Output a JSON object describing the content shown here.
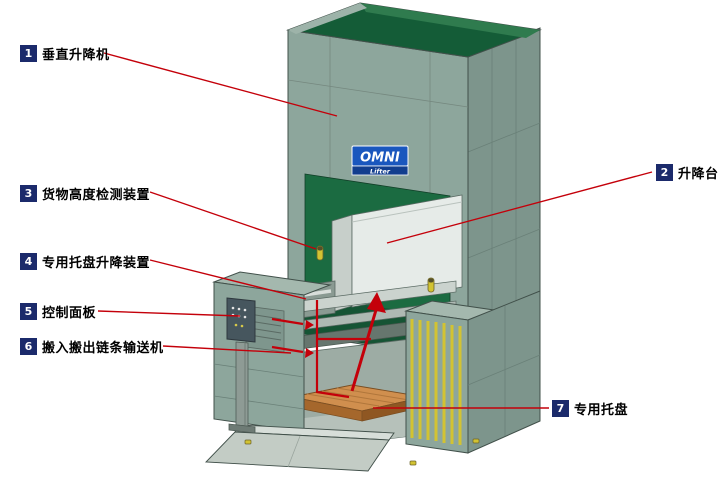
{
  "diagram": {
    "labels": [
      {
        "number": "1",
        "text": "垂直升降机"
      },
      {
        "number": "2",
        "text": "升降台"
      },
      {
        "number": "3",
        "text": "货物高度检测装置"
      },
      {
        "number": "4",
        "text": "专用托盘升降装置"
      },
      {
        "number": "5",
        "text": "控制面板"
      },
      {
        "number": "6",
        "text": "搬入搬出链条输送机"
      },
      {
        "number": "7",
        "text": "专用托盘"
      }
    ],
    "logo": {
      "line1": "OMNI",
      "line2": "Lifter"
    },
    "colors": {
      "label_number_box": "#1B2A6B",
      "leader_line": "#C4000A",
      "machine_body": "#8DA69C",
      "machine_side": "#7D958C",
      "interior_green": "#1B6B41",
      "logo_blue": "#1A57BE",
      "pallet_orange": "#D08F4E",
      "safety_yellow": "#D2C332"
    }
  }
}
